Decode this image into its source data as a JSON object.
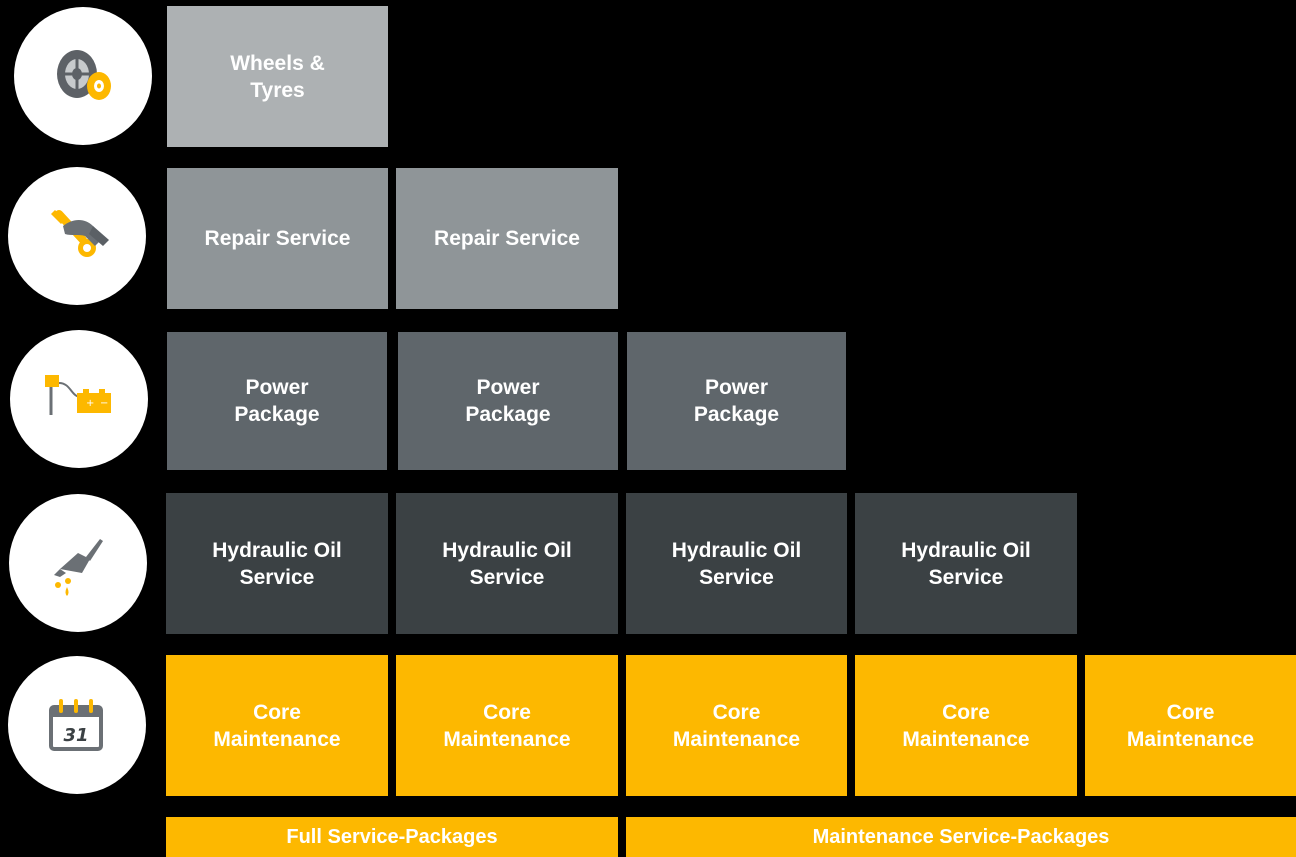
{
  "rows": {
    "wheels": {
      "icon": "wheel-tyre-icon",
      "cells": [
        "Wheels &\nTyres"
      ]
    },
    "repair": {
      "icon": "wrench-hand-icon",
      "cells": [
        "Repair Service",
        "Repair Service"
      ]
    },
    "power": {
      "icon": "battery-charger-icon",
      "cells": [
        "Power\nPackage",
        "Power\nPackage",
        "Power\nPackage"
      ]
    },
    "hydraulic": {
      "icon": "oil-can-icon",
      "cells": [
        "Hydraulic Oil\nService",
        "Hydraulic Oil\nService",
        "Hydraulic Oil\nService",
        "Hydraulic Oil\nService"
      ]
    },
    "core": {
      "icon": "calendar-icon",
      "calendar_day": "31",
      "cells": [
        "Core\nMaintenance",
        "Core\nMaintenance",
        "Core\nMaintenance",
        "Core\nMaintenance",
        "Core\nMaintenance"
      ]
    }
  },
  "footer": {
    "full": "Full Service-Packages",
    "maintenance": "Maintenance Service-Packages"
  },
  "colors": {
    "accent": "#fdb800",
    "wheels": "#adb1b3",
    "repair": "#8f9598",
    "power": "#5f666b",
    "hydraulic": "#3b4144",
    "icon_gray": "#6b7075"
  }
}
